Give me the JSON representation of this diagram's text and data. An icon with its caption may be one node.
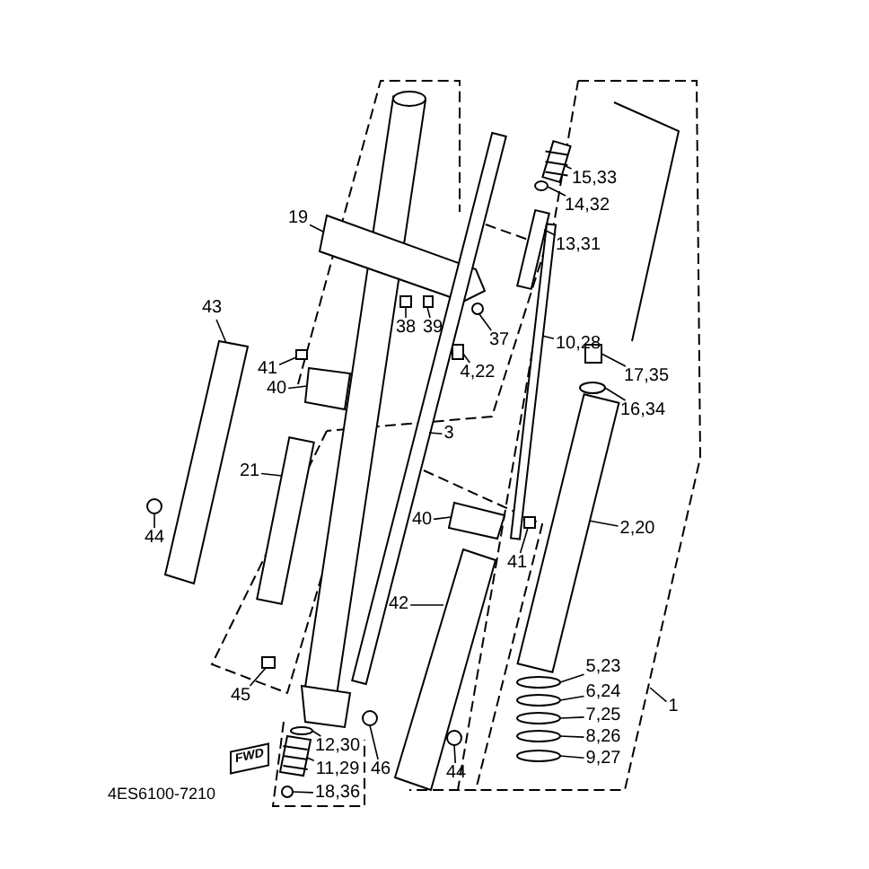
{
  "diagram": {
    "nodes": [
      {
        "text": [
          "19"
        ]
      },
      {
        "text": [
          "37"
        ]
      },
      {
        "text": [
          "43"
        ]
      },
      {
        "text": [
          "38"
        ]
      },
      {
        "text": [
          "39"
        ]
      },
      {
        "text": [
          "41"
        ]
      },
      {
        "text": [
          "4,22"
        ]
      },
      {
        "text": [
          "40"
        ]
      },
      {
        "text": [
          "3"
        ]
      },
      {
        "text": [
          "21"
        ]
      },
      {
        "text": [
          "40"
        ]
      },
      {
        "text": [
          "44"
        ]
      },
      {
        "text": [
          "41"
        ]
      },
      {
        "text": [
          "42"
        ]
      },
      {
        "text": [
          "45"
        ]
      },
      {
        "text": [
          "12,30"
        ]
      },
      {
        "text": [
          "46"
        ]
      },
      {
        "text": [
          "44"
        ]
      },
      {
        "text": [
          "11,29"
        ]
      },
      {
        "text": [
          "18,36"
        ]
      },
      {
        "text": [
          "15,33"
        ]
      },
      {
        "text": [
          "14,32"
        ]
      },
      {
        "text": [
          "13,31"
        ]
      },
      {
        "text": [
          "10,28"
        ]
      },
      {
        "text": [
          "17,35"
        ]
      },
      {
        "text": [
          "16,34"
        ]
      },
      {
        "text": [
          "2,20"
        ]
      },
      {
        "text": [
          "5,23"
        ]
      },
      {
        "text": [
          "1"
        ]
      },
      {
        "text": [
          "6,24"
        ]
      },
      {
        "text": [
          "7,25"
        ]
      },
      {
        "text": [
          "8,26"
        ]
      },
      {
        "text": [
          "9,27"
        ]
      },
      {
        "text": [],
        "shape": "bracket"
      },
      {
        "text": [],
        "shape": "bolt"
      },
      {
        "text": [],
        "shape": "guard"
      },
      {
        "text": [],
        "shape": "screw"
      },
      {
        "text": [],
        "shape": "screw"
      },
      {
        "text": [],
        "shape": "screw"
      },
      {
        "text": [],
        "shape": "spacer"
      },
      {
        "text": [],
        "shape": "clamp"
      },
      {
        "text": [],
        "shape": "rod"
      },
      {
        "text": [],
        "shape": "tube"
      },
      {
        "text": [],
        "shape": "clamp"
      },
      {
        "text": [],
        "shape": "bolt"
      },
      {
        "text": [],
        "shape": "screw"
      },
      {
        "text": [],
        "shape": "guard"
      },
      {
        "text": [],
        "shape": "screw"
      },
      {
        "text": [],
        "shape": "washer"
      },
      {
        "text": [],
        "shape": "bolt"
      },
      {
        "text": [],
        "shape": "bolt"
      },
      {
        "text": [],
        "shape": "spring"
      },
      {
        "text": [],
        "shape": "washer"
      },
      {
        "text": [],
        "shape": "spring"
      },
      {
        "text": [],
        "shape": "washer"
      },
      {
        "text": [],
        "shape": "piston"
      },
      {
        "text": [],
        "shape": "rod"
      },
      {
        "text": [],
        "shape": "cap"
      },
      {
        "text": [],
        "shape": "ring"
      },
      {
        "text": [],
        "shape": "tube"
      },
      {
        "text": [],
        "shape": "ring"
      },
      {
        "text": [],
        "shape": "ring"
      },
      {
        "text": [],
        "shape": "ring"
      },
      {
        "text": [],
        "shape": "ring"
      },
      {
        "text": [],
        "shape": "ring"
      }
    ],
    "edges": [
      {
        "from": 0,
        "to": 33,
        "arrow": "none"
      },
      {
        "from": 1,
        "to": 34,
        "arrow": "none"
      },
      {
        "from": 2,
        "to": 35,
        "arrow": "none"
      },
      {
        "from": 3,
        "to": 36,
        "arrow": "none"
      },
      {
        "from": 4,
        "to": 37,
        "arrow": "none"
      },
      {
        "from": 5,
        "to": 38,
        "arrow": "none"
      },
      {
        "from": 6,
        "to": 39,
        "arrow": "none"
      },
      {
        "from": 7,
        "to": 40,
        "arrow": "none"
      },
      {
        "from": 8,
        "to": 41,
        "arrow": "none"
      },
      {
        "from": 9,
        "to": 42,
        "arrow": "none"
      },
      {
        "from": 10,
        "to": 43,
        "arrow": "none"
      },
      {
        "from": 11,
        "to": 44,
        "arrow": "none"
      },
      {
        "from": 12,
        "to": 45,
        "arrow": "none"
      },
      {
        "from": 13,
        "to": 46,
        "arrow": "none"
      },
      {
        "from": 14,
        "to": 47,
        "arrow": "none"
      },
      {
        "from": 15,
        "to": 48,
        "arrow": "none"
      },
      {
        "from": 16,
        "to": 49,
        "arrow": "none"
      },
      {
        "from": 17,
        "to": 50,
        "arrow": "none"
      },
      {
        "from": 18,
        "to": 51,
        "arrow": "none"
      },
      {
        "from": 19,
        "to": 52,
        "arrow": "none"
      },
      {
        "from": 20,
        "to": 53,
        "arrow": "none"
      },
      {
        "from": 21,
        "to": 54,
        "arrow": "none"
      },
      {
        "from": 22,
        "to": 55,
        "arrow": "none"
      },
      {
        "from": 23,
        "to": 56,
        "arrow": "none"
      },
      {
        "from": 24,
        "to": 57,
        "arrow": "none"
      },
      {
        "from": 25,
        "to": 58,
        "arrow": "none"
      },
      {
        "from": 26,
        "to": 59,
        "arrow": "none"
      },
      {
        "from": 27,
        "to": 60,
        "arrow": "none"
      },
      {
        "from": 28,
        "to": null,
        "arrow": "none"
      },
      {
        "from": 29,
        "to": 61,
        "arrow": "none"
      },
      {
        "from": 30,
        "to": 62,
        "arrow": "none"
      },
      {
        "from": 31,
        "to": 63,
        "arrow": "none"
      },
      {
        "from": 32,
        "to": 64,
        "arrow": "none"
      }
    ],
    "labels": [
      "FWD",
      "4ES6100-7210"
    ]
  }
}
